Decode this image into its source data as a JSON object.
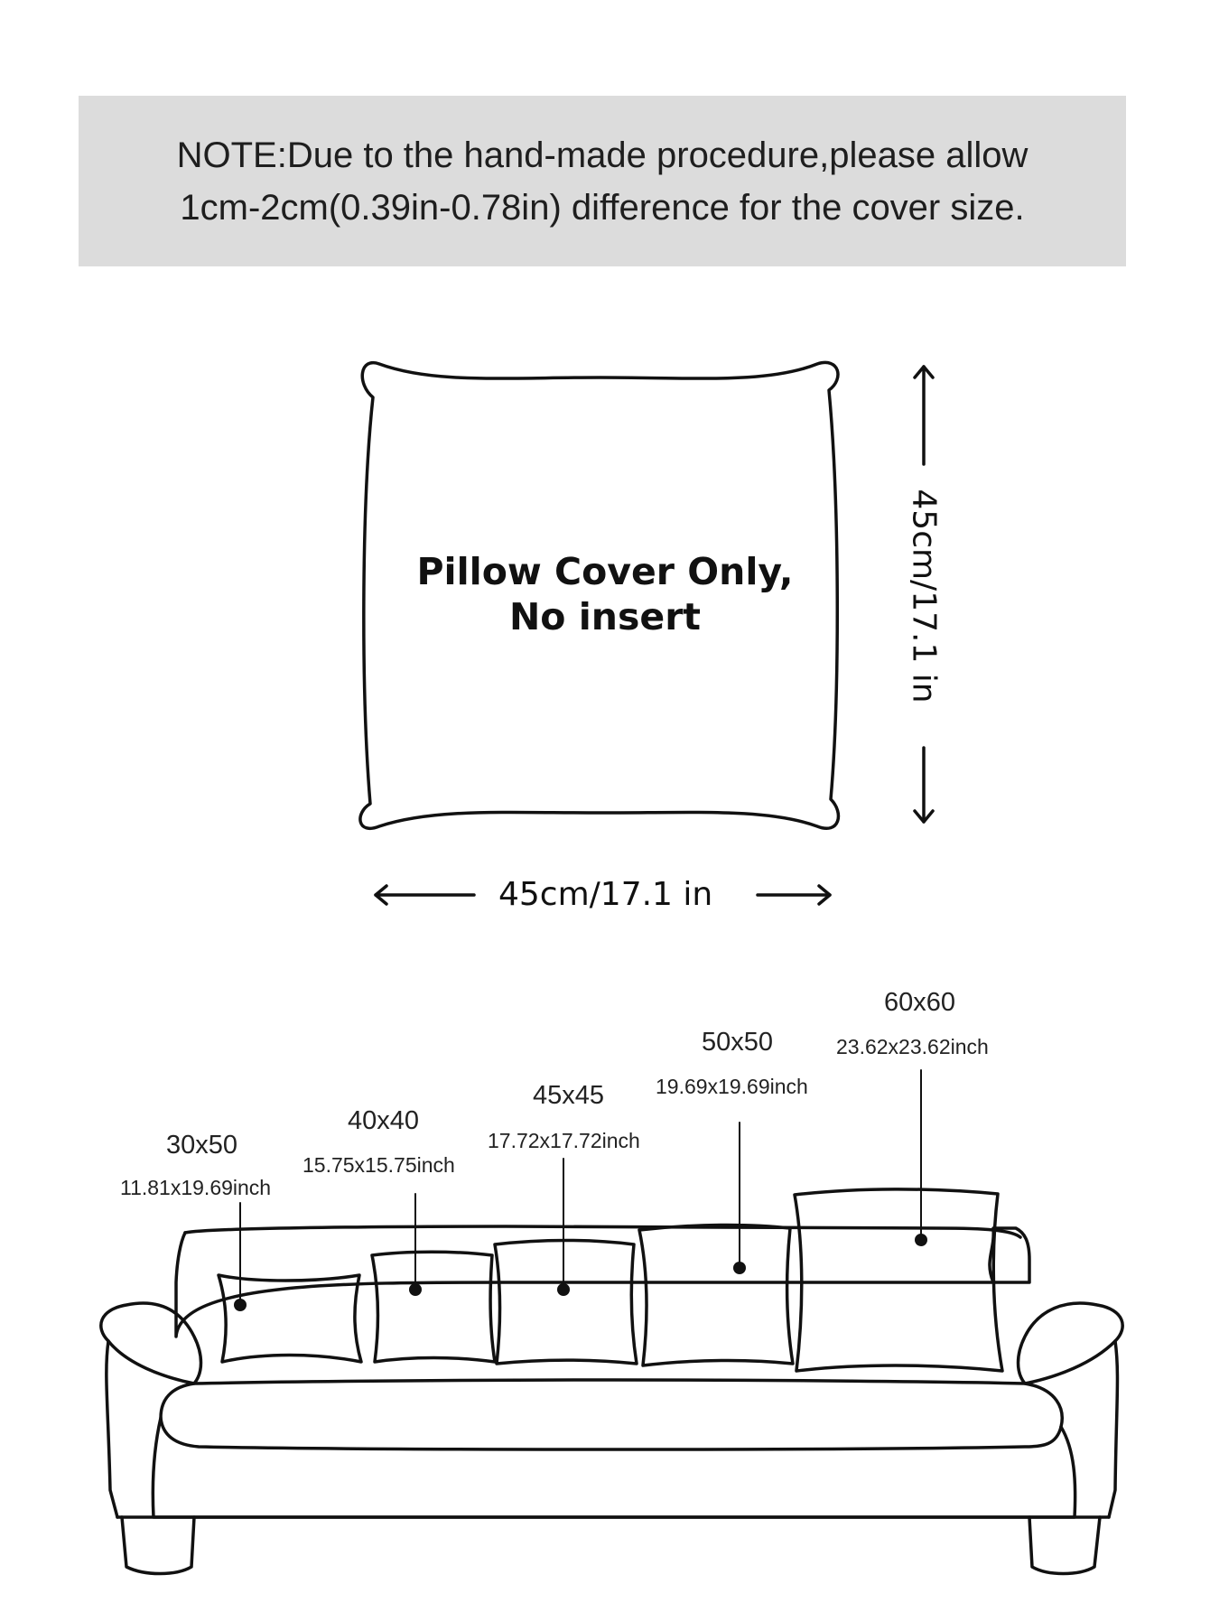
{
  "note": {
    "line1": "NOTE:Due to the hand-made procedure,please allow",
    "line2": "1cm-2cm(0.39in-0.78in) difference for the cover size."
  },
  "pillow": {
    "line1": "Pillow Cover Only,",
    "line2": "No insert",
    "width_label": "45cm/17.1 in",
    "height_label": "45cm/17.1 in"
  },
  "sizes": [
    {
      "cm": "30x50",
      "inch": "11.81x19.69inch"
    },
    {
      "cm": "40x40",
      "inch": "15.75x15.75inch"
    },
    {
      "cm": "45x45",
      "inch": "17.72x17.72inch"
    },
    {
      "cm": "50x50",
      "inch": "19.69x19.69inch"
    },
    {
      "cm": "60x60",
      "inch": "23.62x23.62inch"
    }
  ],
  "colors": {
    "note_background": "#dcdcdc",
    "stroke": "#111111"
  }
}
